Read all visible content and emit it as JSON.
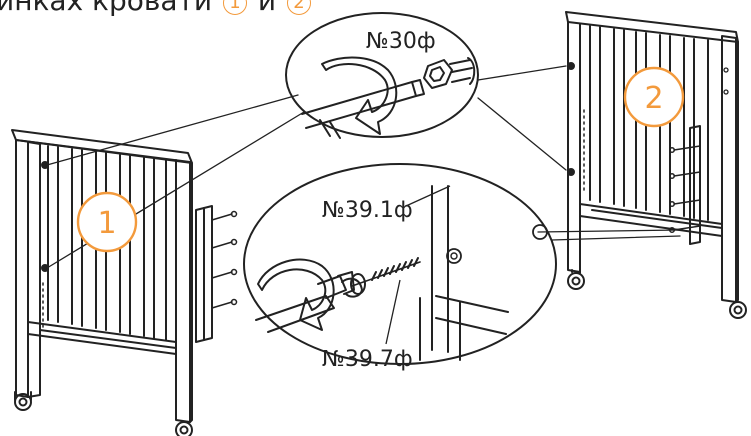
{
  "heading": {
    "text": "инках кровати",
    "join": "и",
    "badge_a": "1",
    "badge_b": "2"
  },
  "parts": {
    "part_a": "№30ф",
    "part_b": "№39.1ф",
    "part_c": "№39.7ф"
  },
  "callouts": {
    "left": "1",
    "right": "2"
  },
  "colors": {
    "accent": "#f39a3c",
    "line": "#222222",
    "background": "#ffffff"
  }
}
